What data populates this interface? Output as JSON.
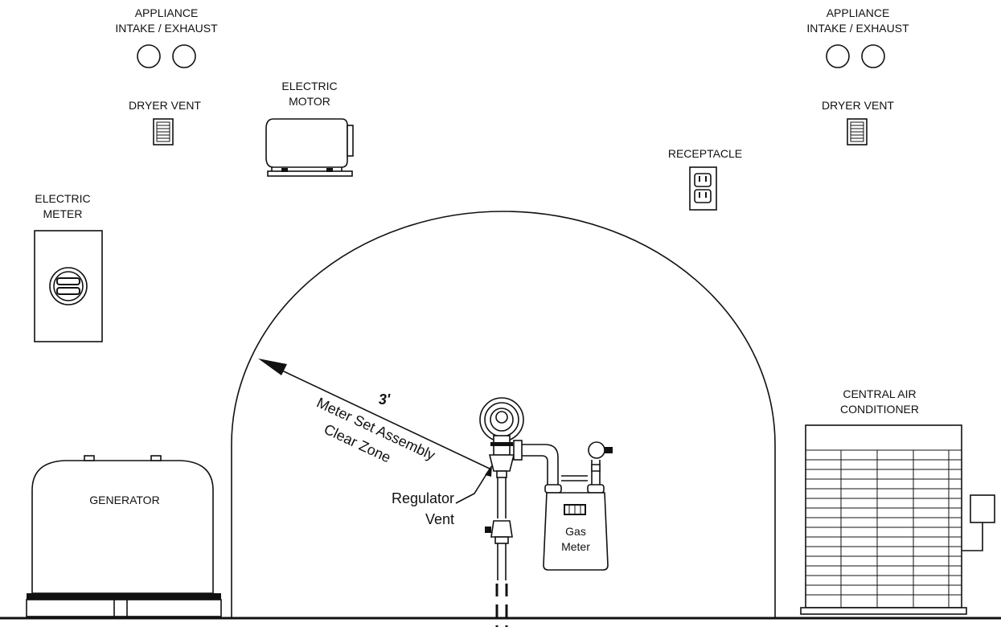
{
  "labels": {
    "appliance_left_1": "APPLIANCE",
    "appliance_left_2": "INTAKE / EXHAUST",
    "appliance_right_1": "APPLIANCE",
    "appliance_right_2": "INTAKE / EXHAUST",
    "dryer_left": "DRYER VENT",
    "dryer_right": "DRYER VENT",
    "motor_1": "ELECTRIC",
    "motor_2": "MOTOR",
    "receptacle": "RECEPTACLE",
    "meter_1": "ELECTRIC",
    "meter_2": "METER",
    "generator": "GENERATOR",
    "ac_1": "CENTRAL AIR",
    "ac_2": "CONDITIONER",
    "distance": "3'",
    "zone_1": "Meter Set Assembly",
    "zone_2": "Clear Zone",
    "reg_1": "Regulator",
    "reg_2": "Vent",
    "gas_1": "Gas",
    "gas_2": "Meter"
  }
}
